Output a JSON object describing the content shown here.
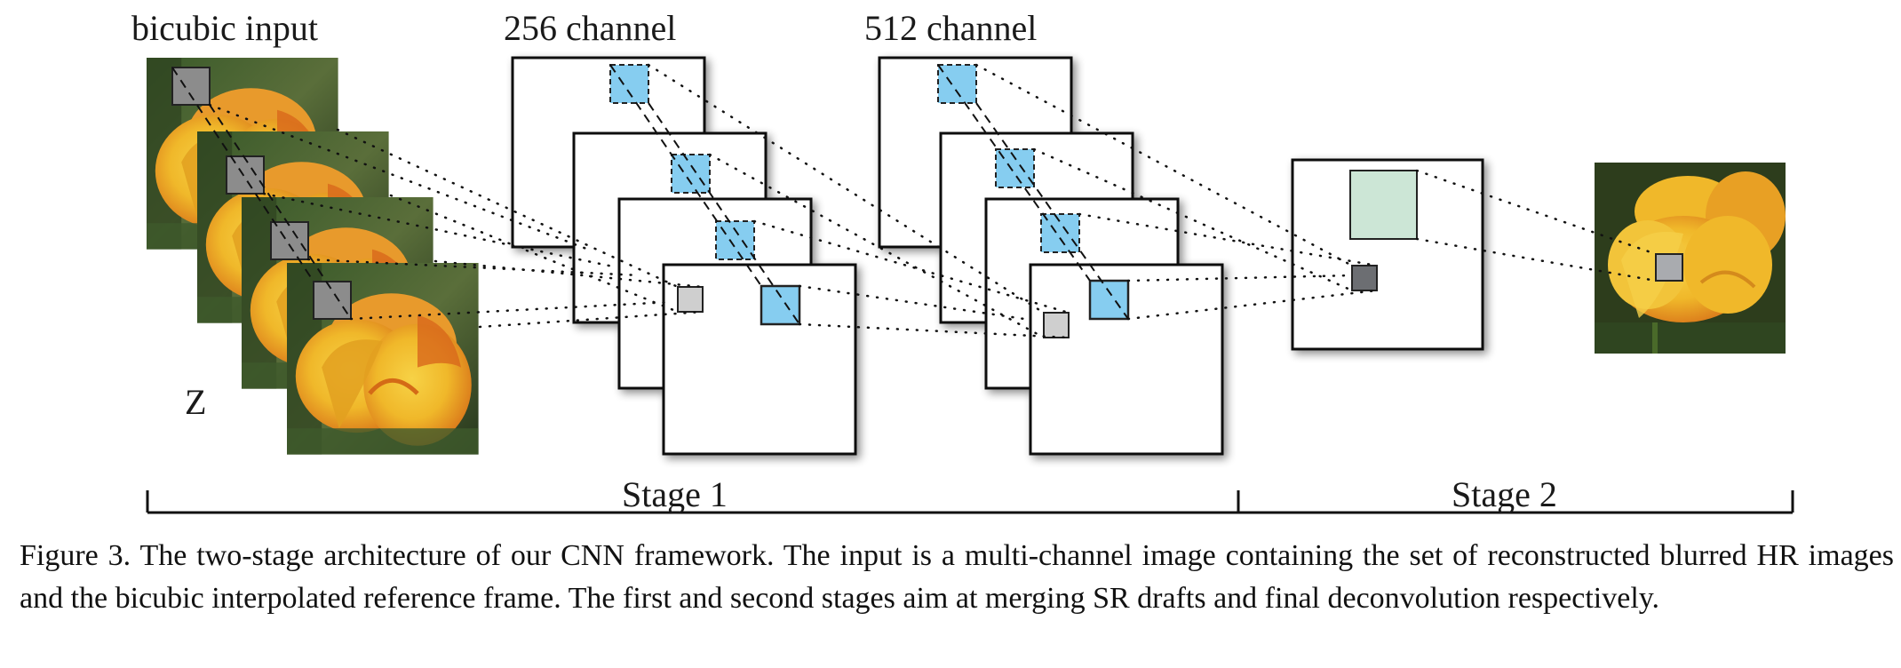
{
  "figure": {
    "labels": {
      "input": "bicubic input",
      "ch256": "256 channel",
      "ch512": "512 channel",
      "z": "Z",
      "stage1": "Stage 1",
      "stage2": "Stage 2"
    },
    "colors": {
      "patch_gray": "#8c8c8c",
      "patch_light_gray": "#cfcfcf",
      "patch_blue": "#86cdf0",
      "patch_green": "#cce6d6",
      "patch_dark_gray": "#6c6e72",
      "flower_yellow": "#f0b82a",
      "flower_orange": "#e07a18",
      "background_green": "#2d4220"
    }
  },
  "caption": {
    "text": "Figure 3. The two-stage architecture of our CNN framework. The input is a multi-channel image containing the set of reconstructed blurred HR images and the bicubic interpolated reference frame. The first and second stages aim at merging SR drafts and final deconvolution respectively."
  }
}
